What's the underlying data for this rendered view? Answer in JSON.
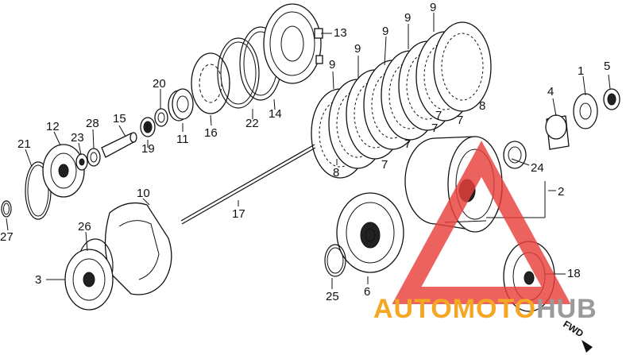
{
  "callouts": {
    "c1": "1",
    "c2": "2",
    "c3": "3",
    "c4": "4",
    "c5": "5",
    "c6": "6",
    "c7": "7",
    "c8": "8",
    "c9": "9",
    "c10": "10",
    "c11": "11",
    "c12": "12",
    "c13": "13",
    "c14": "14",
    "c15": "15",
    "c16": "16",
    "c17": "17",
    "c18": "18",
    "c19": "19",
    "c20": "20",
    "c21": "21",
    "c22": "22",
    "c23": "23",
    "c24": "24",
    "c25": "25",
    "c26": "26",
    "c27": "27",
    "c28": "28"
  },
  "direction_label": "FWD",
  "watermark": {
    "text_orange": "AUTOMOTO",
    "text_gray": "HUB",
    "color_orange": "#f5a623",
    "color_gray": "#9a9a9a",
    "color_triangle": "#e8403a"
  }
}
